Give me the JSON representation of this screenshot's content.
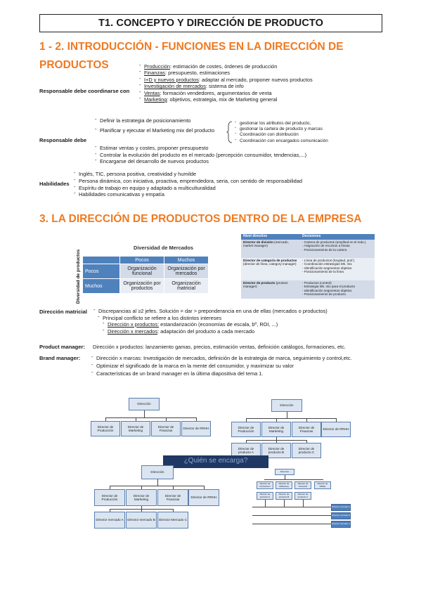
{
  "title": "T1. CONCEPTO Y DIRECCIÓN DE PRODUCTO",
  "section1": {
    "heading_line1": "1 - 2. INTRODUCCIÓN - FUNCIONES EN LA DIRECCIÓN DE",
    "heading_line2": "PRODUCTOS",
    "coordinar_label": "Responsable debe coordinarse con",
    "coordinar_items": [
      {
        "key": "Producción",
        "text": ": estimación de costes, órdenes de producción"
      },
      {
        "key": "Finanzas",
        "text": ": presupuesto, estimaciones"
      },
      {
        "key": "I+D y nuevos productos",
        "text": ": adaptar al mercado, proponer nuevos productos"
      },
      {
        "key": "Investigación de mercados",
        "text": ": sistema de info"
      },
      {
        "key": "Ventas",
        "text": ": formación vendedores, argumentarios de venta"
      },
      {
        "key": "Marketing",
        "text": ": objetivos, estrategia, mix de Marketing general"
      }
    ],
    "debe_label": "Responsable debe",
    "debe_items": [
      "Definir la estrategia de posicionamiento",
      "Planificar y ejecutar el Marketing mix del producto",
      "Estimar ventas y costes, proponer presupuesto",
      "Controlar la evolución del producto en el mercado (percepción consumidor, tendencias,...)",
      "Encargarse del desarrollo de nuevos productos"
    ],
    "mix_subitems": [
      "gestionar los atributos del producto,",
      "gestionar la cartera de producto y marcas",
      "Coordinación con distribución",
      "Coordinación con encargados comunicación"
    ],
    "habilidades_label": "Habilidades",
    "habilidades_items": [
      "Inglés, TIC, persona positiva, creatividad y humilde",
      "Persona dinámica, con iniciativa, proactiva, emprendedora, seria, con sentido de responsabilidad",
      "Espíritu de trabajo en equipo y adaptado a multiculturalidad",
      "Habilidades comunicativas y empatía"
    ]
  },
  "section3": {
    "heading": "3. LA DIRECCIÓN DE PRODUCTOS DENTRO DE LA EMPRESA",
    "diversidad": {
      "title": "Diversidad de Mercados",
      "side": "Diversidad de productos",
      "cols": [
        "Pocos",
        "Muchos"
      ],
      "rows": [
        {
          "label": "Pocos",
          "cells": [
            "Organización funcional",
            "Organización por mercados"
          ]
        },
        {
          "label": "Muchos",
          "cells": [
            "Organización por productos",
            "Organización matricial"
          ]
        }
      ]
    },
    "nivel": {
      "headers": [
        "Nivel directivo",
        "Decisiones"
      ],
      "rows": [
        {
          "level": "Director de división",
          "level_note": "(mercado, market manager)",
          "decisions": [
            "- Cartera de productos (amplitud en el mdo.)",
            "- Asignación de recursos a líneas",
            "- Posicionamiento de la cartera"
          ]
        },
        {
          "level": "Director de categoría de productos",
          "level_note": "(director de línea, category manager)",
          "decisions": [
            "- Línea de productos (longitud, prof.)",
            "- Coordinación estrategias Mk. mix",
            "- Identificación segmentos objetivo",
            "- Posicionamiento de la línea"
          ]
        },
        {
          "level": "Director de producto",
          "level_note": "(product manager)",
          "decisions": [
            "- Productos (control)",
            "- Estrategia Mk. mix para el producto",
            "- Identificación segmentos objetivo",
            "- Posicionamiento de producto"
          ]
        }
      ]
    },
    "direccion_matricial_label": "Dirección matricial",
    "dm_line1": "Discrepancias al ≥2 jefes. Solución = dar > preponderancia en una de ellas (mercados o productos)",
    "dm_line2": "Principal conflicto se refiere a los distintos intereses",
    "dm_sub1_key": "Dirección x productos:",
    "dm_sub1_text": " estandarización (economías de escala, bº, ROI, ...)",
    "dm_sub2_key": "Dirección x mercados",
    "dm_sub2_text": ": adaptación del producto a cada mercado",
    "pm_label": "Product manager:",
    "pm_text": "Dirección x productos: lanzamiento gamas, precios, estimación ventas, definición catálogos, formaciones, etc.",
    "bm_label": "Brand manager:",
    "bm_items": [
      "Dirección x marcas: Investigación de mercados, definición de la estrategia de marca, seguimiento y control,etc.",
      "Optimizar el significado de la marca en la mente del consumidor, y maximizar su valor",
      "Características de un brand manager en la última diapositiva del tema 1."
    ]
  },
  "org": {
    "direccion": "Dirección",
    "director_produccion": "Director de Producción",
    "director_marketing": "Director de Marketing",
    "director_finanzas": "Director de Finanzas",
    "director_rrhh": "Director de RRHH",
    "director_producto_a": "Director de producto A",
    "director_producto_b": "Director de producto B",
    "director_producto_c": "Director de producto C",
    "director_mercado_a": "Director mercado A",
    "director_mercado_b": "Director mercado B",
    "director_mercado_c": "Director Mercado C",
    "overlay": "¿Quién se encarga?",
    "matrix_a": "Director mercado A",
    "matrix_b": "Director mercado B",
    "matrix_c": "Director mercado C",
    "matrix_prod_a": "Director de producto A",
    "matrix_prod_b": "Director de producto B",
    "matrix_prod_c": "Director de producto C"
  }
}
